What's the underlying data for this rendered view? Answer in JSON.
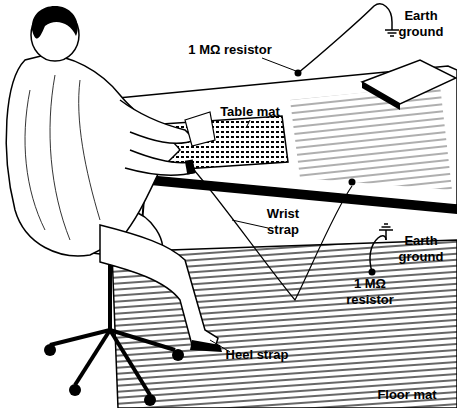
{
  "diagram": {
    "labels": [
      "1 MΩ resistor",
      "Earth ground",
      "Table mat",
      "Wrist strap",
      "Earth ground",
      "1 MΩ resistor",
      "Heel strap",
      "Floor mat"
    ]
  }
}
